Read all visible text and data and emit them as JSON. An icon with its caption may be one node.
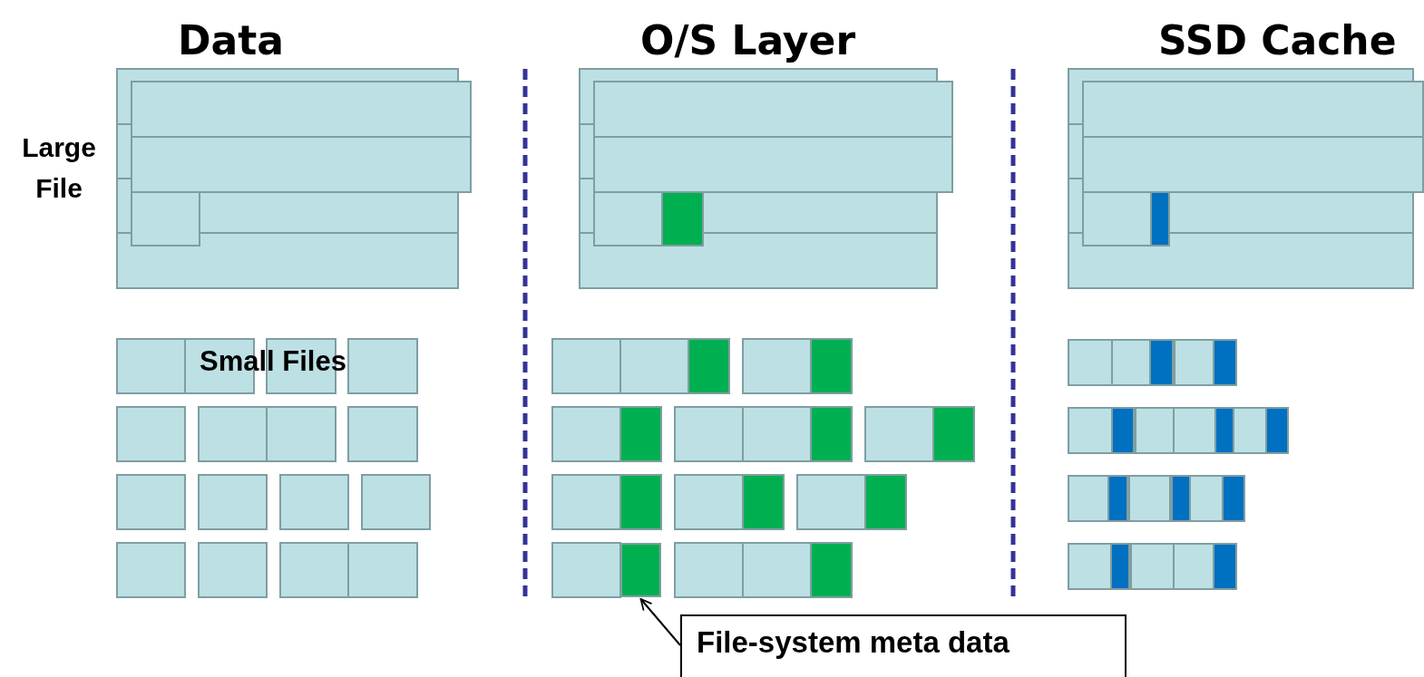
{
  "diagram": {
    "nodes": [
      {
        "text": [
          "File-system meta data"
        ]
      },
      {
        "text": [],
        "shape": "box"
      }
    ],
    "edges": [
      {
        "from": 0,
        "to": 1,
        "arrow": "to"
      }
    ],
    "labels": [
      "Data",
      "O/S Layer",
      "SSD Cache",
      "Large File",
      "Small Files"
    ]
  }
}
